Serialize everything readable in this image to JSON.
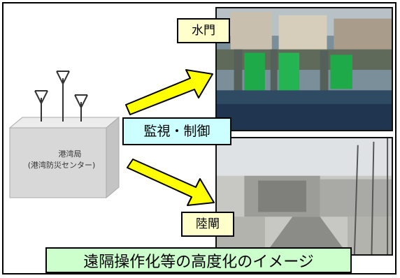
{
  "labels": {
    "watergate": "水門",
    "landgate": "陸閘",
    "monitor_control": "監視・制御",
    "caption": "遠隔操作化等の高度化のイメージ"
  },
  "box": {
    "line1": "港湾局",
    "line2": "(港湾防災センター)"
  },
  "colors": {
    "arrow_fill": "#ffff00",
    "box_fill": "#d8d8d8",
    "tag_yellow": "#ffffcc",
    "tag_cyan": "#ccffff",
    "tag_green": "#ccffcc"
  },
  "icons": [
    "antenna-icon",
    "antenna-icon",
    "antenna-icon"
  ]
}
